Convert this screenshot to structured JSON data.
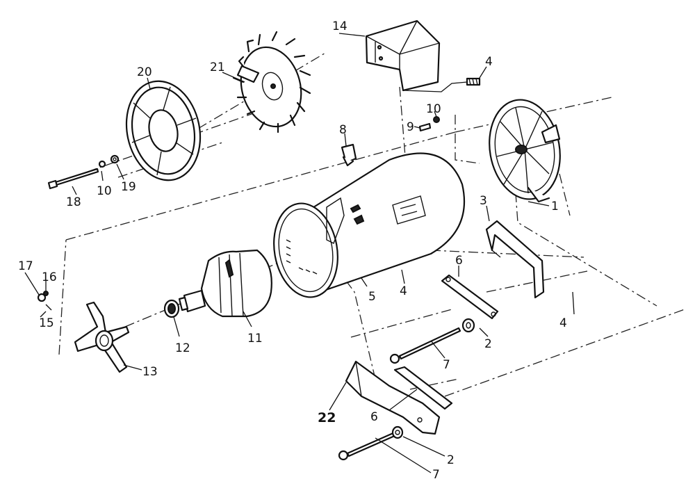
{
  "diagram": {
    "callouts": [
      {
        "id": "c1",
        "text": "1"
      },
      {
        "id": "c2a",
        "text": "2"
      },
      {
        "id": "c2b",
        "text": "2"
      },
      {
        "id": "c3",
        "text": "3"
      },
      {
        "id": "c4a",
        "text": "4"
      },
      {
        "id": "c4b",
        "text": "4"
      },
      {
        "id": "c4c",
        "text": "4"
      },
      {
        "id": "c5",
        "text": "5"
      },
      {
        "id": "c6a",
        "text": "6"
      },
      {
        "id": "c6b",
        "text": "6"
      },
      {
        "id": "c7a",
        "text": "7"
      },
      {
        "id": "c7b",
        "text": "7"
      },
      {
        "id": "c8",
        "text": "8"
      },
      {
        "id": "c9",
        "text": "9"
      },
      {
        "id": "c10a",
        "text": "10"
      },
      {
        "id": "c10b",
        "text": "10"
      },
      {
        "id": "c11",
        "text": "11"
      },
      {
        "id": "c12",
        "text": "12"
      },
      {
        "id": "c13",
        "text": "13"
      },
      {
        "id": "c14",
        "text": "14"
      },
      {
        "id": "c15",
        "text": "15"
      },
      {
        "id": "c16",
        "text": "16"
      },
      {
        "id": "c17",
        "text": "17"
      },
      {
        "id": "c18",
        "text": "18"
      },
      {
        "id": "c19",
        "text": "19"
      },
      {
        "id": "c20",
        "text": "20"
      },
      {
        "id": "c21",
        "text": "21"
      },
      {
        "id": "c22",
        "text": "22"
      }
    ]
  }
}
